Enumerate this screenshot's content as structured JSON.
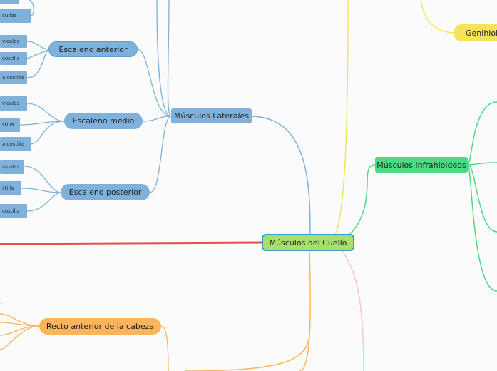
{
  "colors": {
    "background": "#fbfbfb",
    "blue_branch": "#7fb1da",
    "yellow_branch": "#f7e35a",
    "green_branch": "#4cdb83",
    "orange_branch": "#ffb35a",
    "pink_branch": "#f7c6cf",
    "red_branch": "#e0524a",
    "center_fill": "#a6df6a",
    "center_border": "#3a9fd0"
  },
  "center": {
    "label": "Músculos del Cuello"
  },
  "lateral": {
    "label": "Músculos Laterales",
    "scalenes": [
      {
        "label": "Escaleno anterior",
        "leaves": [
          "vicales",
          "costilla",
          "a costilla"
        ]
      },
      {
        "label": "Escaleno medio",
        "leaves": [
          "vicales",
          "stilla",
          "a costilla"
        ]
      },
      {
        "label": "Escaleno posterior",
        "leaves": [
          "vicales",
          "stilla",
          "costilla"
        ]
      }
    ],
    "top_leaf": "cullos"
  },
  "infrahioideos": {
    "label": "Músculos infrahioideos"
  },
  "genihioideo": {
    "label": "Genihioid"
  },
  "recto": {
    "label": "Recto anterior de la cabeza"
  }
}
